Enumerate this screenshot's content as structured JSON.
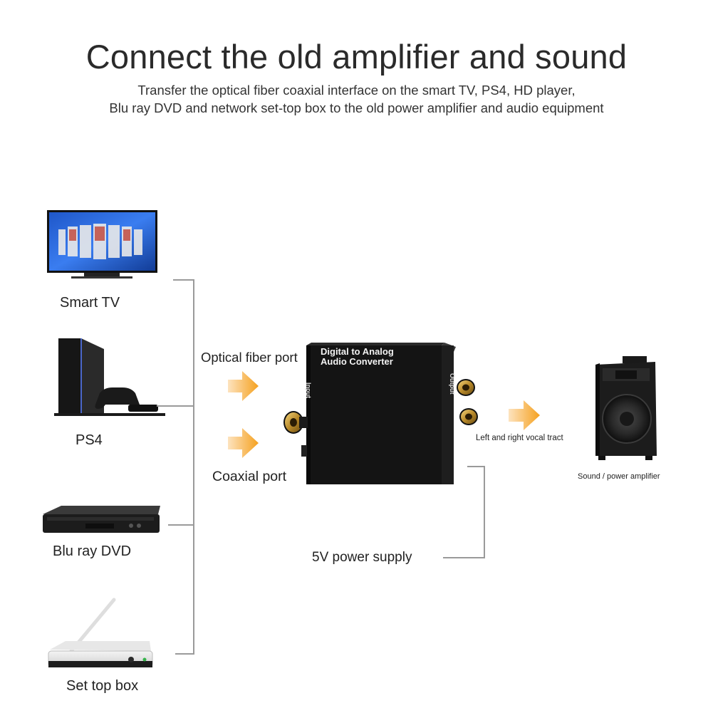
{
  "header": {
    "title": "Connect the old amplifier and sound",
    "subtitle_line1": "Transfer the optical fiber coaxial interface on the smart TV, PS4, HD player,",
    "subtitle_line2": "Blu ray DVD and network set-top box to the old power amplifier and audio equipment"
  },
  "sources": [
    {
      "label": "Smart TV",
      "icon": "smart-tv-icon"
    },
    {
      "label": "PS4",
      "icon": "ps4-console-icon"
    },
    {
      "label": "Blu ray DVD",
      "icon": "dvd-player-icon"
    },
    {
      "label": "Set top box",
      "icon": "set-top-box-icon"
    }
  ],
  "ports": {
    "optical": "Optical fiber port",
    "coaxial": "Coaxial port"
  },
  "converter": {
    "line1": "Digital to Analog",
    "line2": "Audio Converter",
    "input_label": "Input",
    "output_label": "Output"
  },
  "output": {
    "tract_label": "Left and right vocal tract",
    "speaker_label": "Sound / power amplifier"
  },
  "power": {
    "label": "5V power supply"
  },
  "colors": {
    "arrow": "#f5a623",
    "bracket": "#9a9a9a",
    "device": "#1b1b1b"
  }
}
